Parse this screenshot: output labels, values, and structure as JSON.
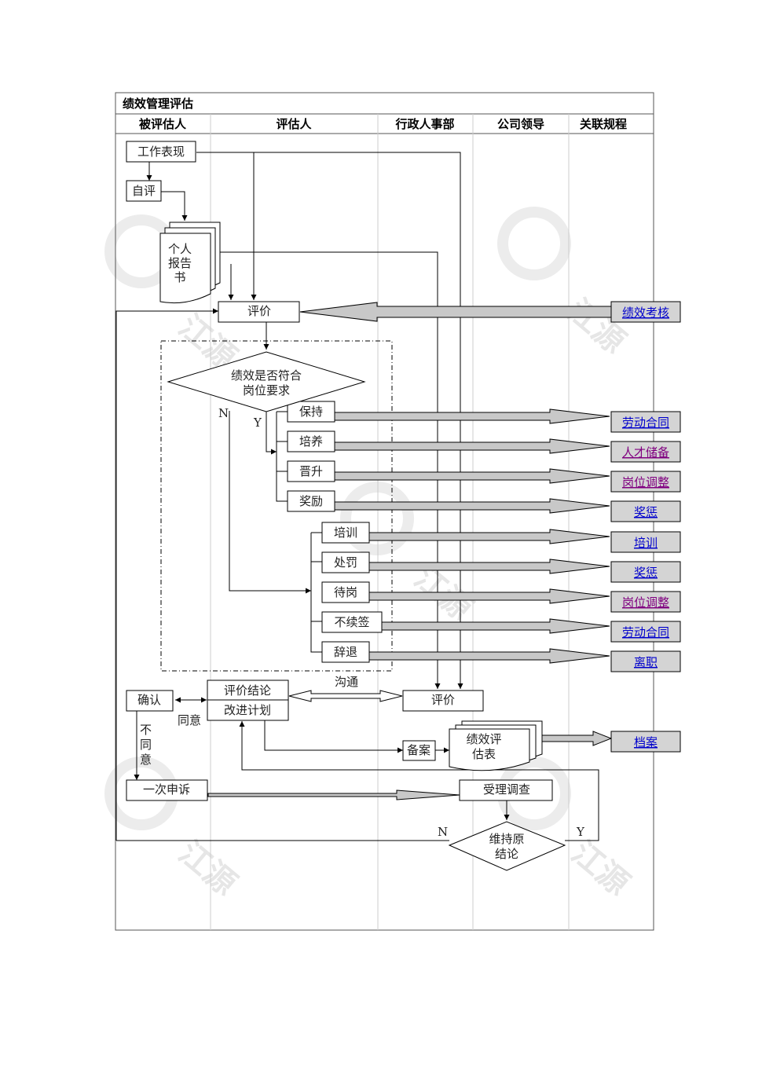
{
  "title": "绩效管理评估",
  "lanes": [
    "被评估人",
    "评估人",
    "行政人事部",
    "公司领导",
    "关联规程"
  ],
  "watermark": "江源",
  "nodes": {
    "work_performance": "工作表现",
    "self_eval": "自评",
    "personal_report": [
      "个人",
      "报告",
      "书"
    ],
    "evaluate": "评价",
    "decision": [
      "绩效是否符合",
      "岗位要求"
    ],
    "keep": "保持",
    "cultivate": "培养",
    "promote": "晋升",
    "reward": "奖励",
    "training": "培训",
    "punish": "处罚",
    "standby": "待岗",
    "no_renew": "不续签",
    "dismiss": "辞退",
    "conclusion": "评价结论",
    "improve_plan": "改进计划",
    "confirm": "确认",
    "hr_evaluate": "评价",
    "file": "备案",
    "eval_form": [
      "绩效评",
      "估表"
    ],
    "appeal": "一次申诉",
    "investigate": "受理调查",
    "maintain": [
      "维持原",
      "结论"
    ]
  },
  "labels": {
    "n1": "N",
    "y1": "Y",
    "communicate": "沟通",
    "agree": "同意",
    "disagree": [
      "不",
      "同",
      "意"
    ],
    "n2": "N",
    "y2": "Y"
  },
  "links": {
    "perf_review": "绩效考核",
    "labor_contract_1": "劳动合同",
    "talent_reserve": "人才储备",
    "post_adjust_1": "岗位调整",
    "rewards_punish_1": "奖惩",
    "training": "培训",
    "rewards_punish_2": "奖惩",
    "post_adjust_2": "岗位调整",
    "labor_contract_2": "劳动合同",
    "resign": "离职",
    "archive": "档案"
  },
  "colors": {
    "link_blue": "#0000cc",
    "link_purple": "#800080",
    "link_box": "#d4d4d4",
    "arrow_fill": "#c8c8c8",
    "line": "#000000"
  }
}
